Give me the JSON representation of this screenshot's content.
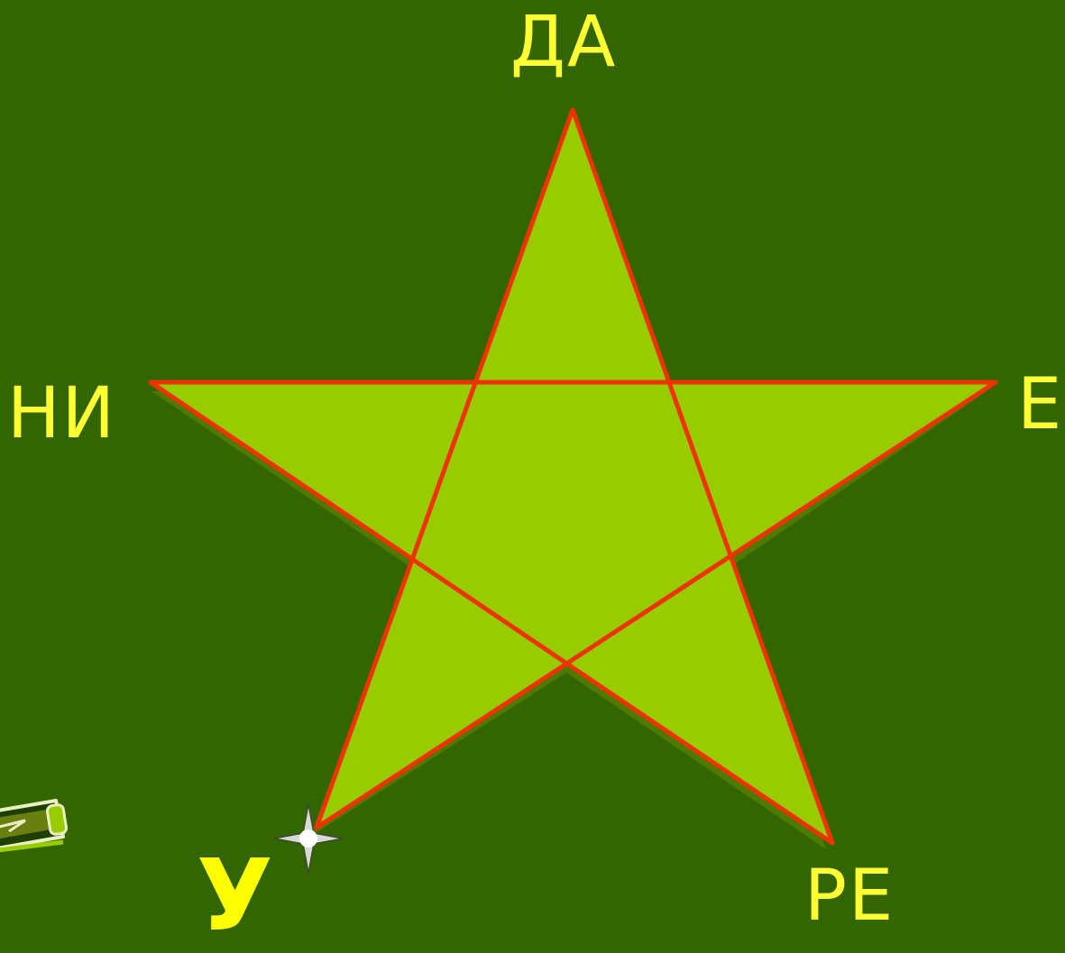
{
  "diagram": {
    "vertex_labels": {
      "top": "ДА",
      "left": "НИ",
      "right": "Е",
      "bottom_left": "У",
      "bottom_right": "РЕ"
    }
  },
  "colors": {
    "background": "#336600",
    "star_fill": "#99cc00",
    "star_lines": "#ee3300",
    "labels": "#ffff33"
  },
  "icons": [
    "sparkle-icon",
    "pencil-icon"
  ]
}
